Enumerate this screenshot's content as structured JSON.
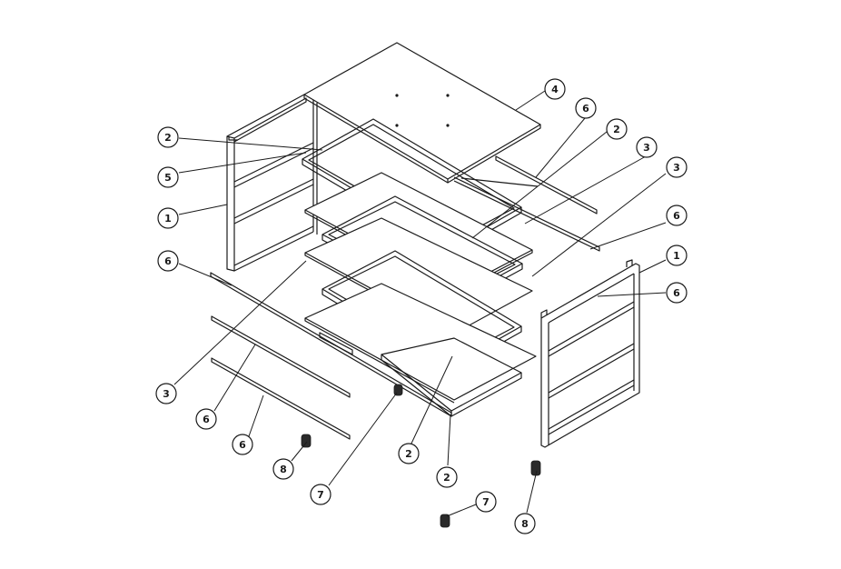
{
  "callouts": [
    {
      "id": "c-4",
      "label": "4"
    },
    {
      "id": "c-6a",
      "label": "6"
    },
    {
      "id": "c-2a",
      "label": "2"
    },
    {
      "id": "c-2b",
      "label": "2"
    },
    {
      "id": "c-3a",
      "label": "3"
    },
    {
      "id": "c-5",
      "label": "5"
    },
    {
      "id": "c-3b",
      "label": "3"
    },
    {
      "id": "c-1a",
      "label": "1"
    },
    {
      "id": "c-6b",
      "label": "6"
    },
    {
      "id": "c-6c",
      "label": "6"
    },
    {
      "id": "c-1b",
      "label": "1"
    },
    {
      "id": "c-6d",
      "label": "6"
    },
    {
      "id": "c-3c",
      "label": "3"
    },
    {
      "id": "c-6e",
      "label": "6"
    },
    {
      "id": "c-6f",
      "label": "6"
    },
    {
      "id": "c-8a",
      "label": "8"
    },
    {
      "id": "c-7a",
      "label": "7"
    },
    {
      "id": "c-2c",
      "label": "2"
    },
    {
      "id": "c-2d",
      "label": "2"
    },
    {
      "id": "c-7b",
      "label": "7"
    },
    {
      "id": "c-8b",
      "label": "8"
    }
  ]
}
